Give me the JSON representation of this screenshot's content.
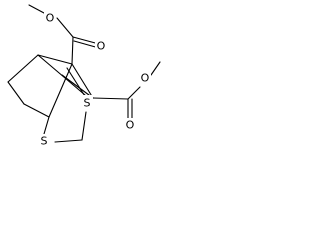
{
  "atoms": {
    "o_ester1_single": "O",
    "o_ester1_double": "O",
    "o_ester2_single": "O",
    "o_ester2_double": "O",
    "s_upper": "S",
    "s_lower": "S"
  },
  "colors": {
    "ink": "#000000",
    "background": "#ffffff"
  }
}
